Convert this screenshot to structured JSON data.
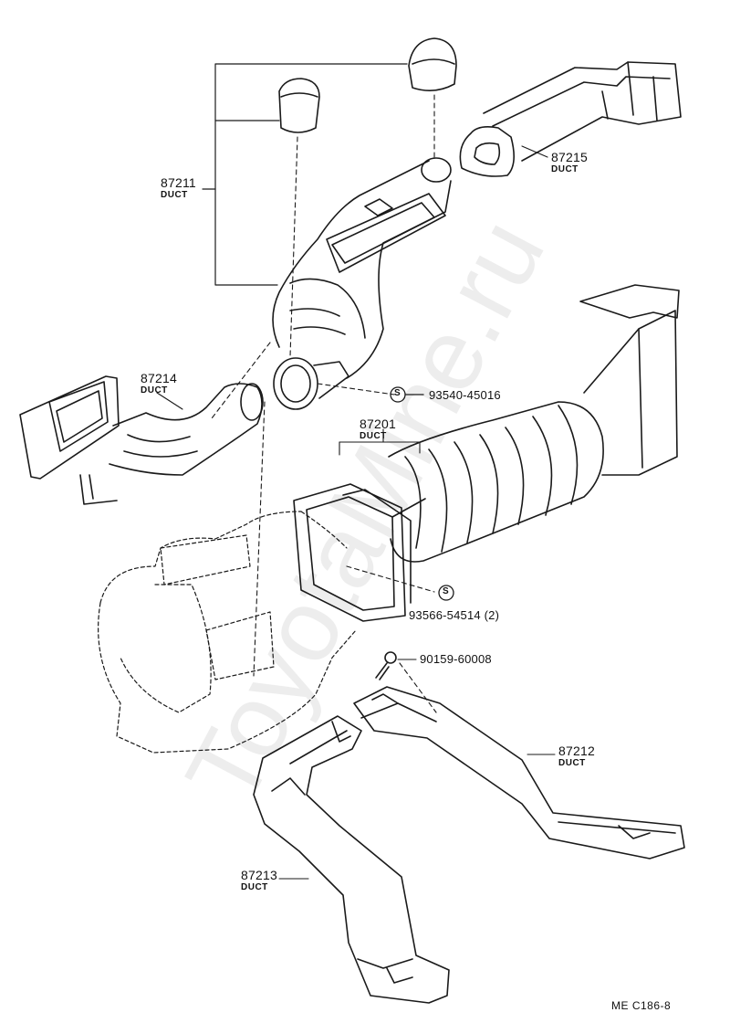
{
  "labels": {
    "p87211": {
      "num": "87211",
      "sub": "DUCT"
    },
    "p87215": {
      "num": "87215",
      "sub": "DUCT"
    },
    "p87214": {
      "num": "87214",
      "sub": "DUCT"
    },
    "p87201": {
      "num": "87201",
      "sub": "DUCT"
    },
    "p87212": {
      "num": "87212",
      "sub": "DUCT"
    },
    "p87213": {
      "num": "87213",
      "sub": "DUCT"
    },
    "clip1": {
      "num": "93540-45016",
      "marker": "S"
    },
    "clip2": {
      "num": "93566-54514 (2)",
      "marker": "S"
    },
    "screw": {
      "num": "90159-60008"
    }
  },
  "diagram_code": "ME  C186-8",
  "watermark": "ToyotaMine.ru"
}
